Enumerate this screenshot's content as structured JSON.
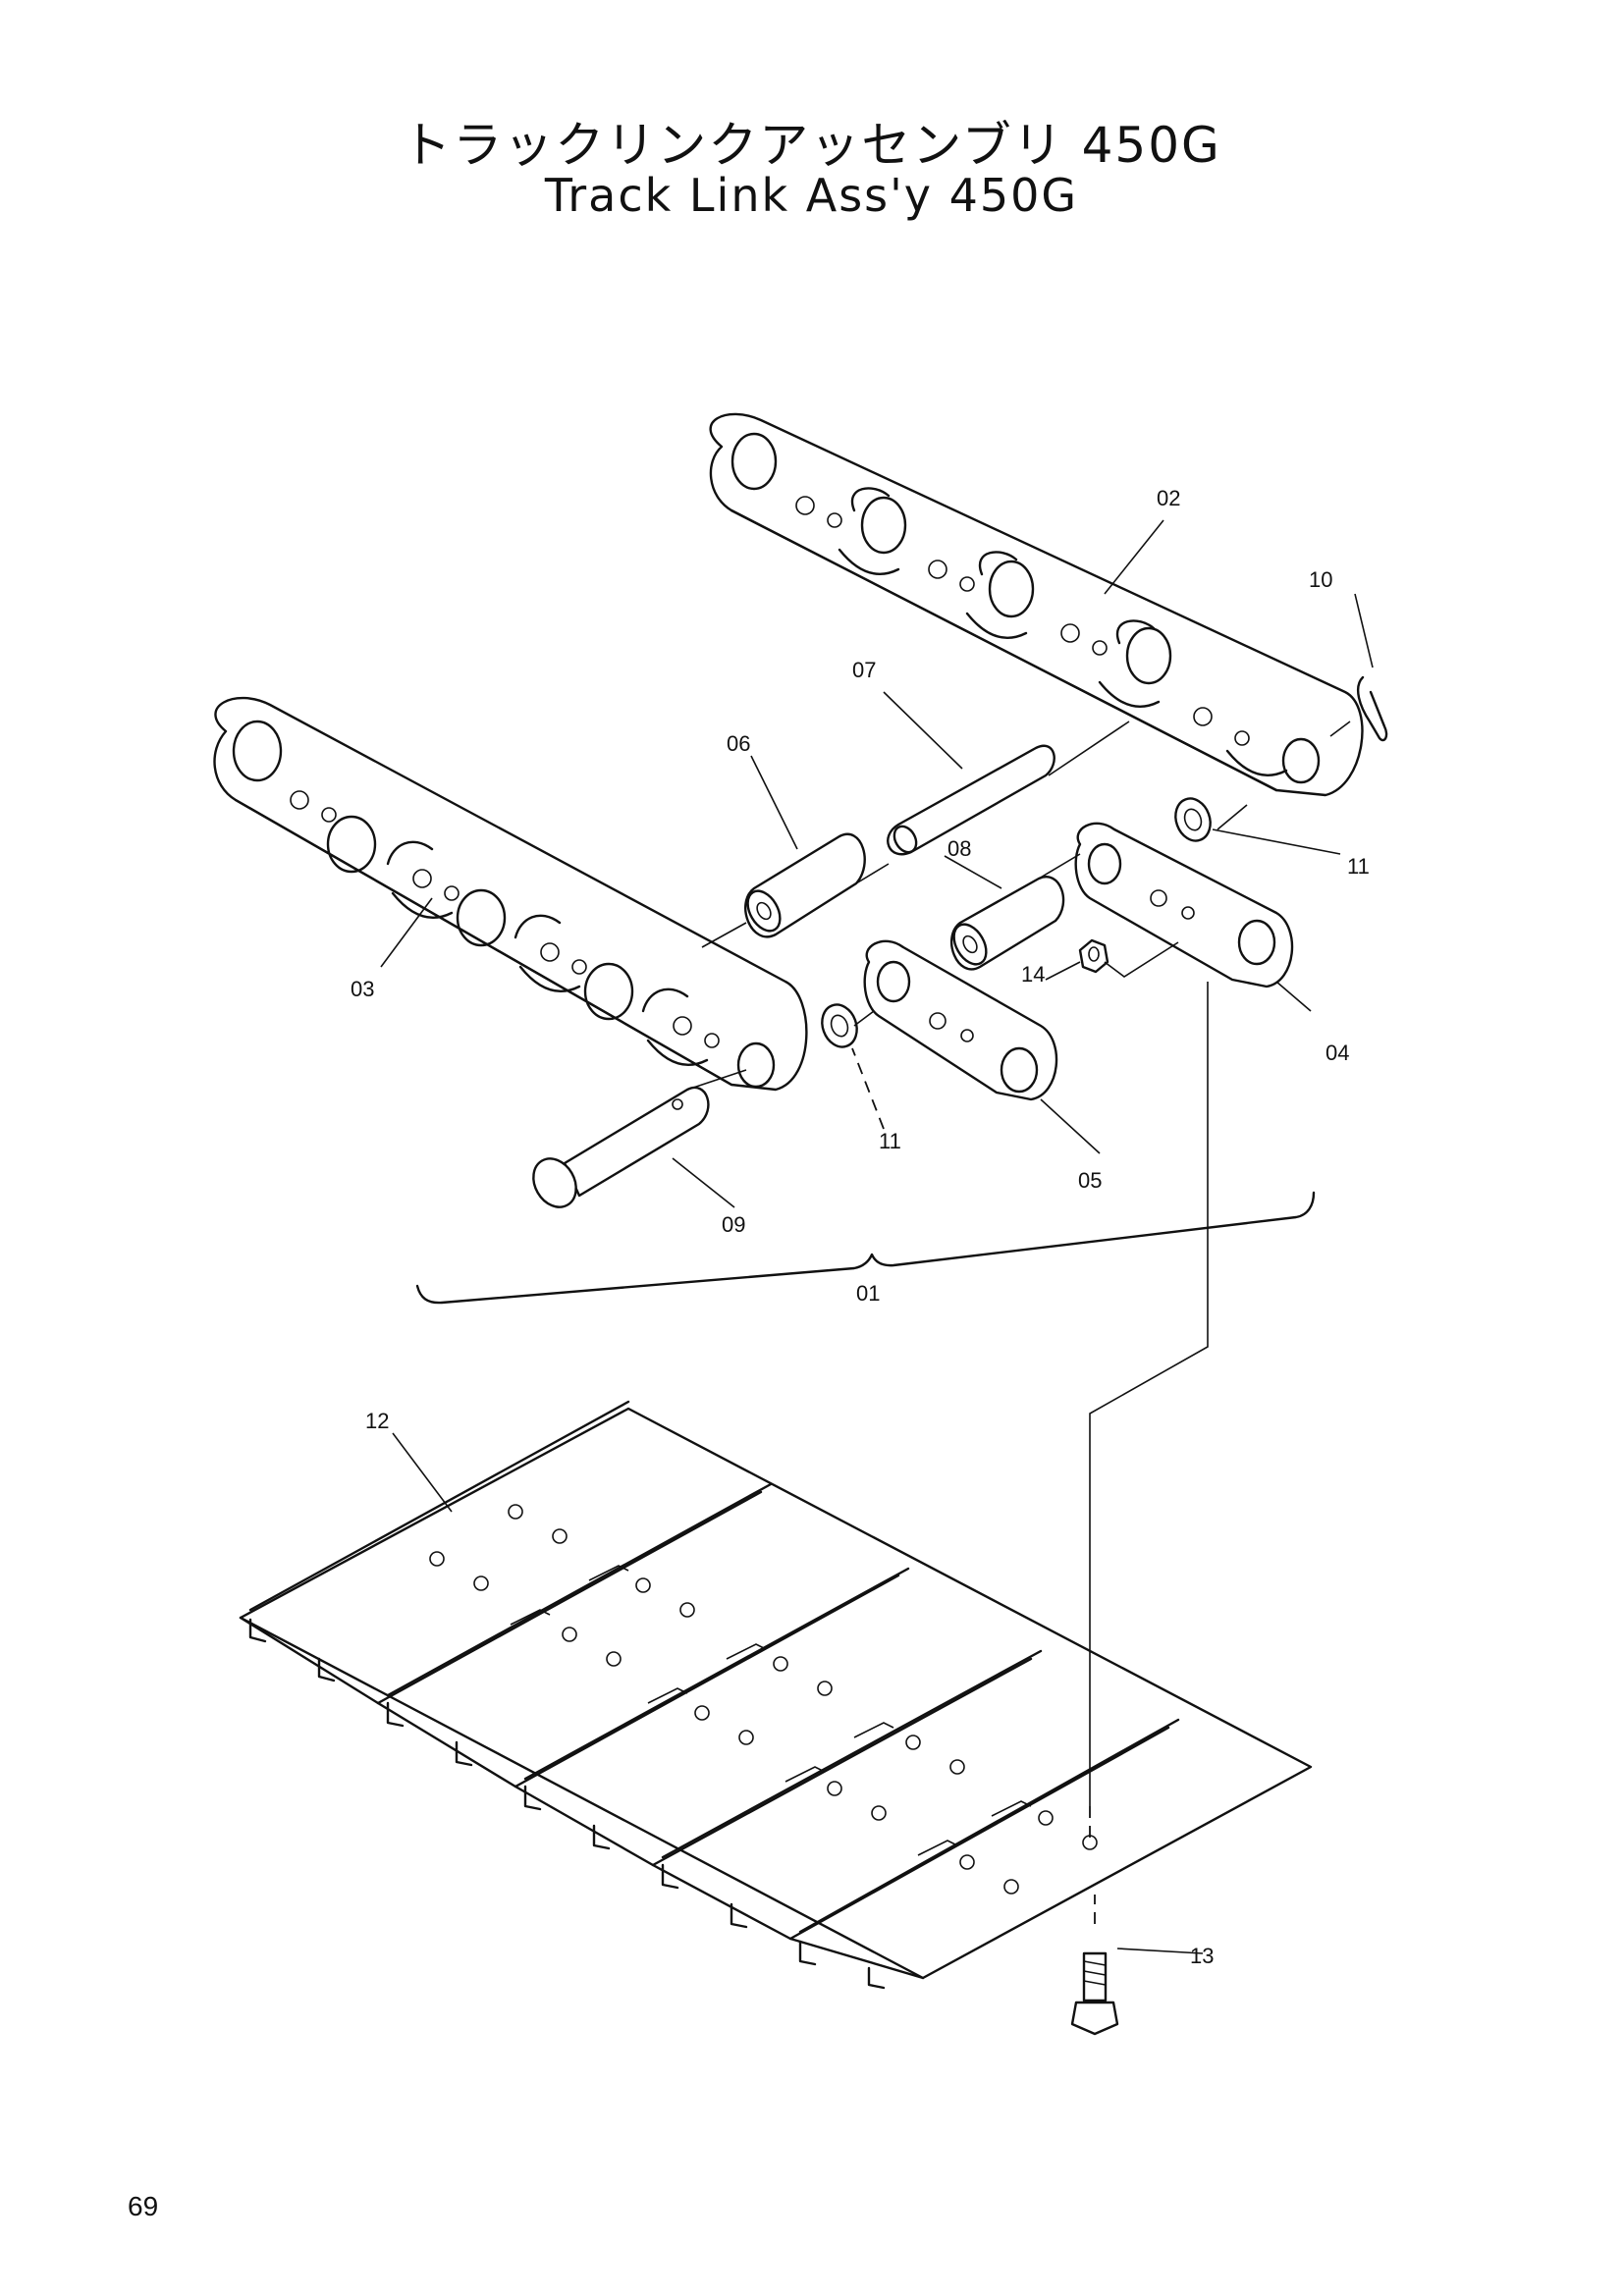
{
  "title": {
    "japanese": "トラックリンクアッセンブリ 450G",
    "english": "Track Link Ass'y 450G"
  },
  "page_number": "69",
  "part_labels": {
    "p01": "01",
    "p02": "02",
    "p03": "03",
    "p04": "04",
    "p05": "05",
    "p06": "06",
    "p07": "07",
    "p08": "08",
    "p09": "09",
    "p10": "10",
    "p11a": "11",
    "p11b": "11",
    "p12": "12",
    "p13": "13",
    "p14": "14"
  }
}
